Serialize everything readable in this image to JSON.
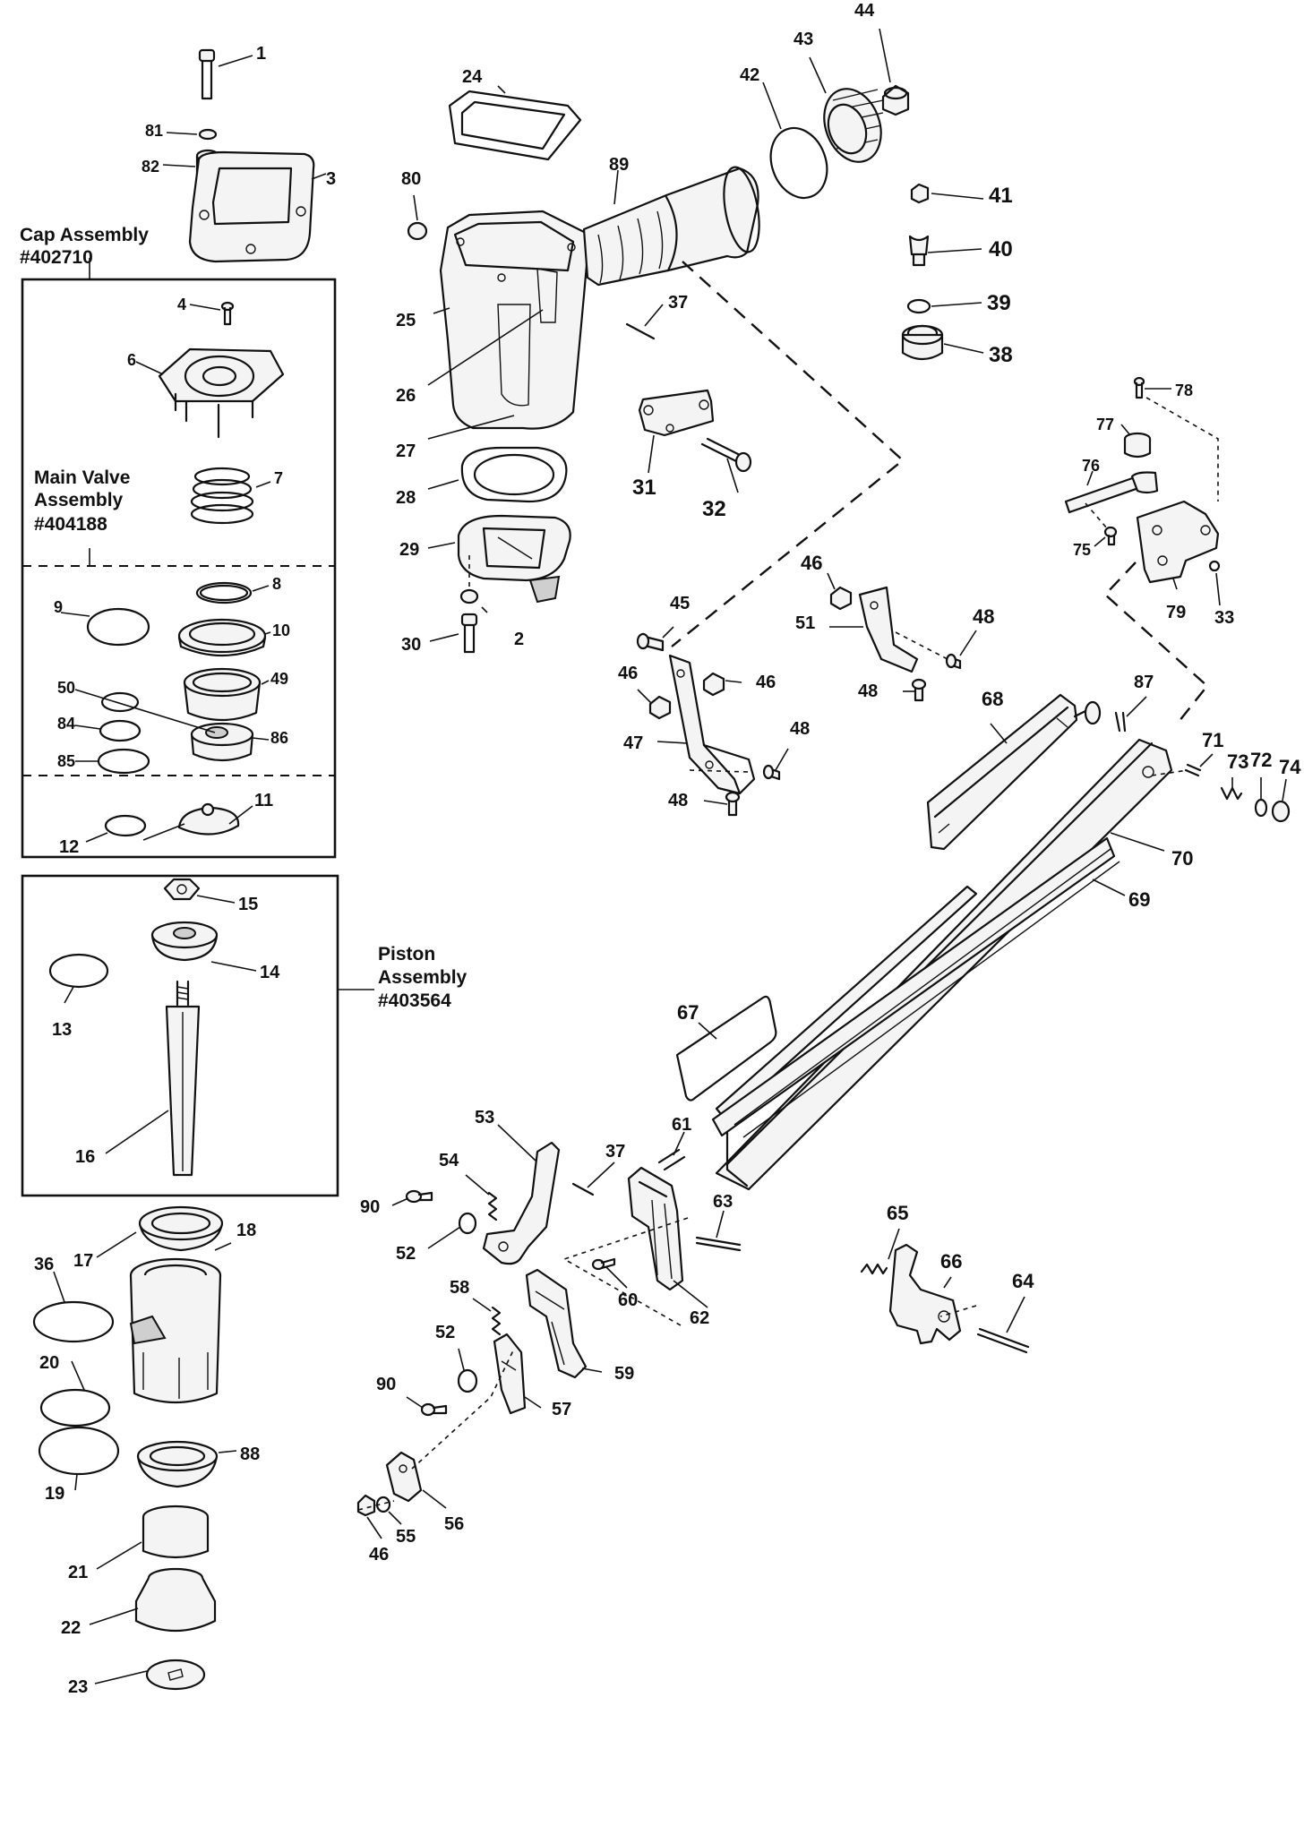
{
  "assemblies": {
    "cap": {
      "line1": "Cap Assembly",
      "line2": "#402710"
    },
    "main_valve": {
      "line1": "Main Valve",
      "line2": "Assembly",
      "line3": "#404188"
    },
    "piston": {
      "line1": "Piston",
      "line2": "Assembly",
      "line3": "#403564"
    }
  },
  "parts": {
    "p1": "1",
    "p2": "2",
    "p3": "3",
    "p4": "4",
    "p6": "6",
    "p7": "7",
    "p8": "8",
    "p9": "9",
    "p10": "10",
    "p11": "11",
    "p12": "12",
    "p13": "13",
    "p14": "14",
    "p15": "15",
    "p16": "16",
    "p17": "17",
    "p18": "18",
    "p19": "19",
    "p20": "20",
    "p21": "21",
    "p22": "22",
    "p23": "23",
    "p24": "24",
    "p25": "25",
    "p26": "26",
    "p27": "27",
    "p28": "28",
    "p29": "29",
    "p30": "30",
    "p31": "31",
    "p32": "32",
    "p33": "33",
    "p36": "36",
    "p37a": "37",
    "p37b": "37",
    "p38": "38",
    "p39": "39",
    "p40": "40",
    "p41": "41",
    "p42": "42",
    "p43": "43",
    "p44": "44",
    "p45": "45",
    "p46a": "46",
    "p46b": "46",
    "p46c": "46",
    "p46d": "46",
    "p47": "47",
    "p48a": "48",
    "p48b": "48",
    "p48c": "48",
    "p48d": "48",
    "p49": "49",
    "p50": "50",
    "p51": "51",
    "p52a": "52",
    "p52b": "52",
    "p53": "53",
    "p54": "54",
    "p55": "55",
    "p56": "56",
    "p57": "57",
    "p58": "58",
    "p59": "59",
    "p60": "60",
    "p61": "61",
    "p62": "62",
    "p63": "63",
    "p64": "64",
    "p65": "65",
    "p66": "66",
    "p67": "67",
    "p68": "68",
    "p69": "69",
    "p70": "70",
    "p71": "71",
    "p72": "72",
    "p73": "73",
    "p74": "74",
    "p75": "75",
    "p76": "76",
    "p77": "77",
    "p78": "78",
    "p79": "79",
    "p80": "80",
    "p81": "81",
    "p82": "82",
    "p84": "84",
    "p85": "85",
    "p86": "86",
    "p87": "87",
    "p88": "88",
    "p89": "89",
    "p90a": "90",
    "p90b": "90"
  }
}
